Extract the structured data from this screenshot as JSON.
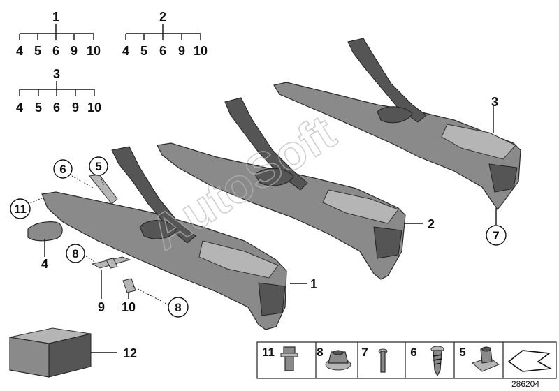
{
  "tree_labels": {
    "tree1": {
      "root": "1",
      "children": [
        "4",
        "5",
        "6",
        "9",
        "10"
      ]
    },
    "tree2": {
      "root": "2",
      "children": [
        "4",
        "5",
        "6",
        "9",
        "10"
      ]
    },
    "tree3": {
      "root": "3",
      "children": [
        "4",
        "5",
        "6",
        "9",
        "10"
      ]
    }
  },
  "callouts": {
    "c1": "1",
    "c2": "2",
    "c3": "3",
    "c4": "4",
    "c5": "5",
    "c6": "6",
    "c7": "7",
    "c8a": "8",
    "c8b": "8",
    "c9": "9",
    "c10": "10",
    "c11": "11",
    "c12": "12"
  },
  "fasteners": [
    "11",
    "8",
    "7",
    "6",
    "5"
  ],
  "reference_number": "286204",
  "watermark": "AutoSoft"
}
